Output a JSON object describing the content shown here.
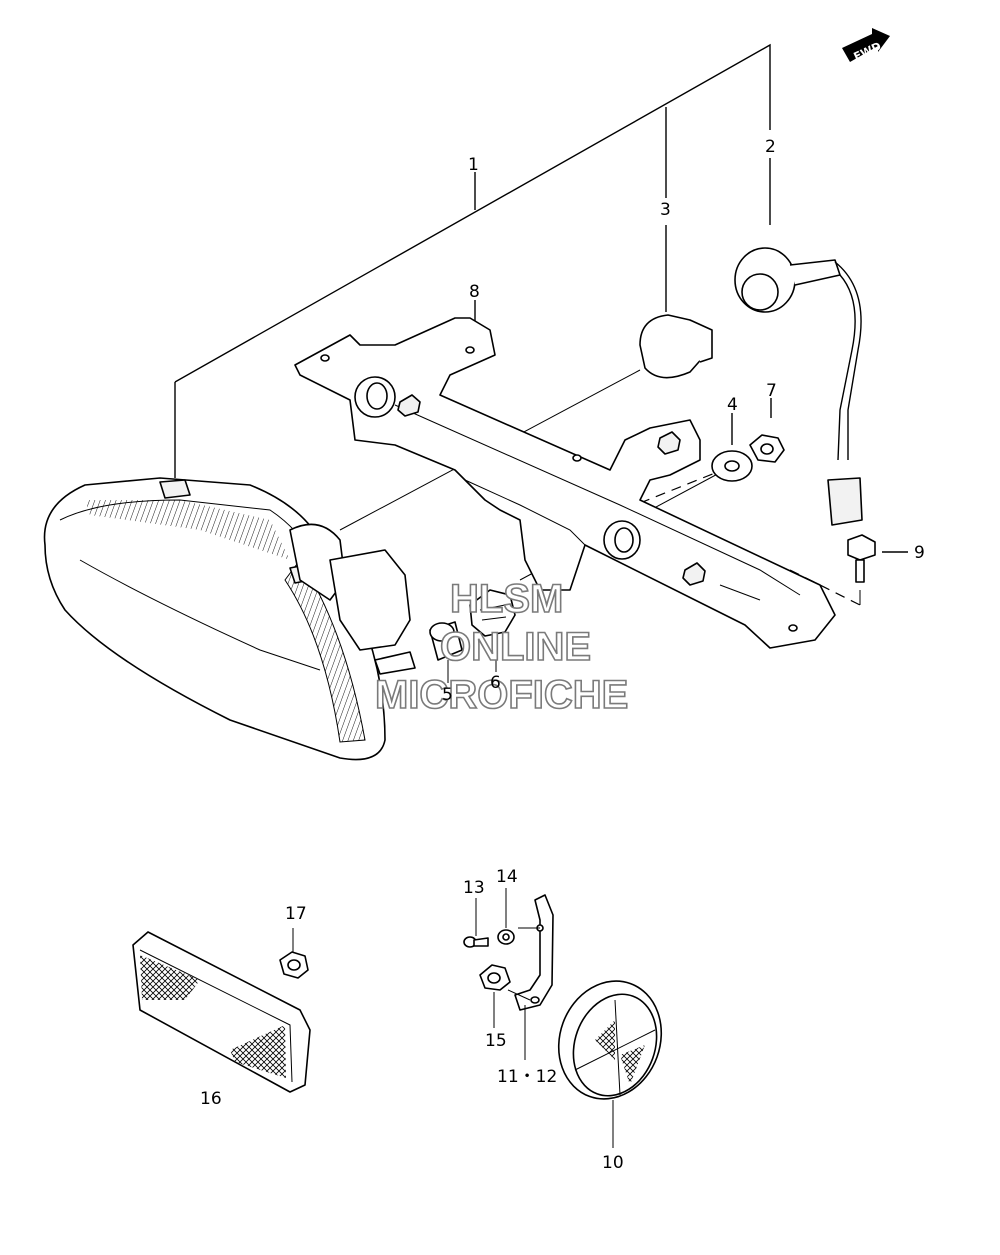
{
  "direction_badge": "FWD",
  "watermark": {
    "line1": "HLSM",
    "line2": "ONLINE",
    "line3": "MICROFICHE"
  },
  "callouts": {
    "c1": "1",
    "c2": "2",
    "c3": "3",
    "c4": "4",
    "c5": "5",
    "c6": "6",
    "c7": "7",
    "c8": "8",
    "c9": "9",
    "c10": "10",
    "c11_12": "11・12",
    "c13": "13",
    "c14": "14",
    "c15": "15",
    "c16": "16",
    "c17": "17"
  }
}
